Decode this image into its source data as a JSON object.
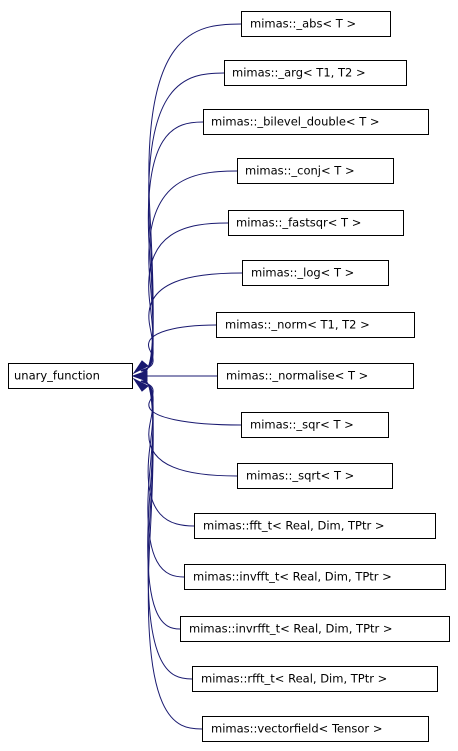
{
  "diagram": {
    "base_class": "unary_function",
    "derived_classes": [
      "mimas::_abs< T >",
      "mimas::_arg< T1, T2 >",
      "mimas::_bilevel_double< T >",
      "mimas::_conj< T >",
      "mimas::_fastsqr< T >",
      "mimas::_log< T >",
      "mimas::_norm< T1, T2 >",
      "mimas::_normalise< T >",
      "mimas::_sqr< T >",
      "mimas::_sqrt< T >",
      "mimas::fft_t< Real, Dim, TPtr >",
      "mimas::invfft_t< Real, Dim, TPtr >",
      "mimas::invrfft_t< Real, Dim, TPtr >",
      "mimas::rfft_t< Real, Dim, TPtr >",
      "mimas::vectorfield< Tensor >"
    ],
    "colors": {
      "edge": "#191970",
      "box_border": "#000000",
      "box_fill": "#ffffff",
      "text": "#000000"
    }
  }
}
